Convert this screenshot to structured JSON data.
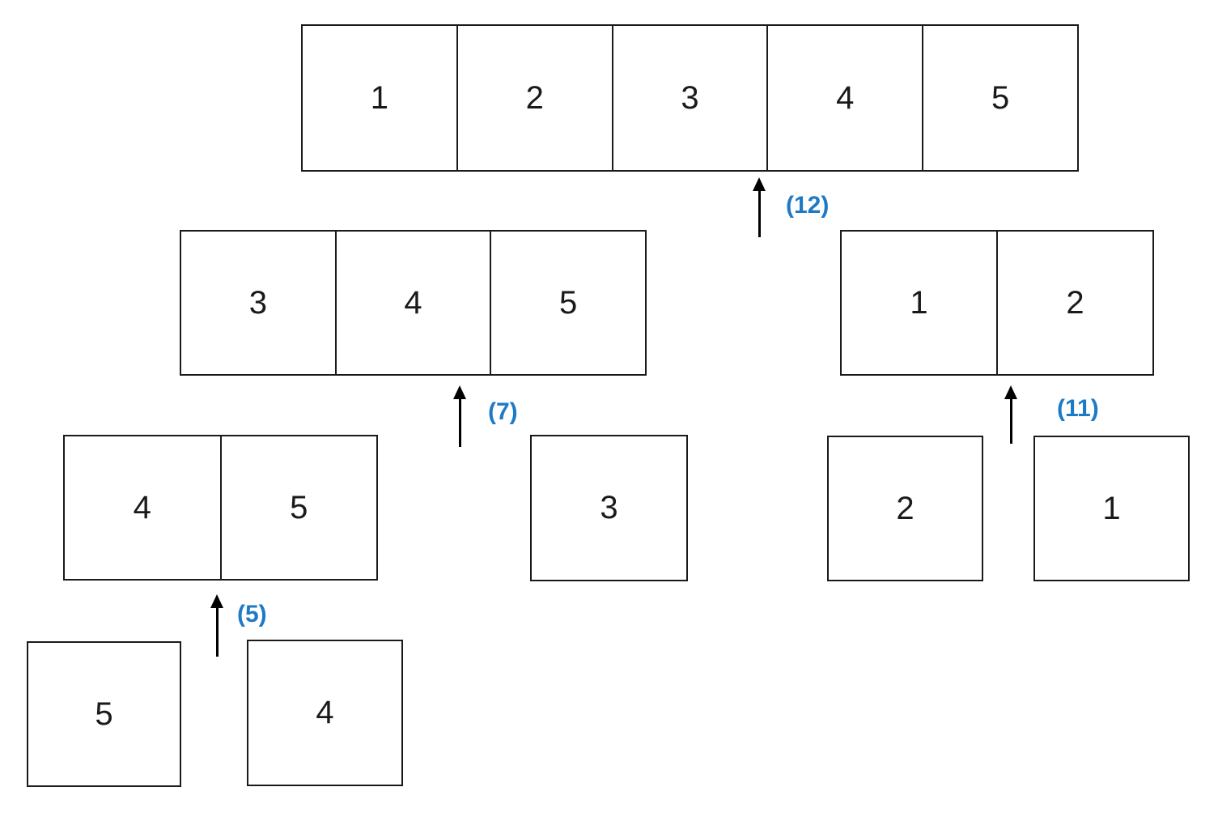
{
  "arrays": {
    "top": {
      "values": [
        "1",
        "2",
        "3",
        "4",
        "5"
      ]
    },
    "mid_left": {
      "values": [
        "3",
        "4",
        "5"
      ]
    },
    "mid_right": {
      "values": [
        "1",
        "2"
      ]
    },
    "pair_45": {
      "values": [
        "4",
        "5"
      ]
    },
    "single_3": {
      "values": [
        "3"
      ]
    },
    "single_2": {
      "values": [
        "2"
      ]
    },
    "single_1": {
      "values": [
        "1"
      ]
    },
    "single_5": {
      "values": [
        "5"
      ]
    },
    "single_4": {
      "values": [
        "4"
      ]
    }
  },
  "step_labels": {
    "merge_final": "(12)",
    "merge_mid_left": "(7)",
    "merge_mid_right": "(11)",
    "merge_pair": "(5)"
  },
  "colors": {
    "box_border": "#1a1a1a",
    "number_text": "#1a1a1a",
    "step_label": "#1F7AC5",
    "arrow": "#000000",
    "background": "#FFFFFF"
  }
}
